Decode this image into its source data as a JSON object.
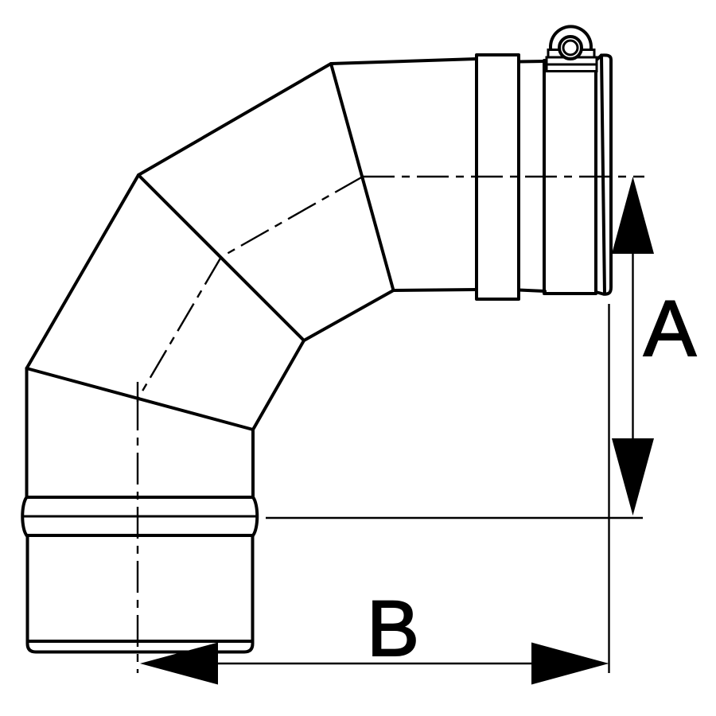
{
  "diagram": {
    "type": "technical-line-drawing",
    "subject": "90-degree segmented flue elbow with locking-band clamp outlet and beaded socket inlet",
    "background_color": "#ffffff",
    "line_color": "#000000",
    "segments_count": 4,
    "dimensions": {
      "a": {
        "label": "A",
        "orientation": "vertical",
        "measures": "height from outlet centerline to socket bead"
      },
      "b": {
        "label": "B",
        "orientation": "horizontal",
        "measures": "length from socket centerline to outlet end face"
      }
    }
  }
}
